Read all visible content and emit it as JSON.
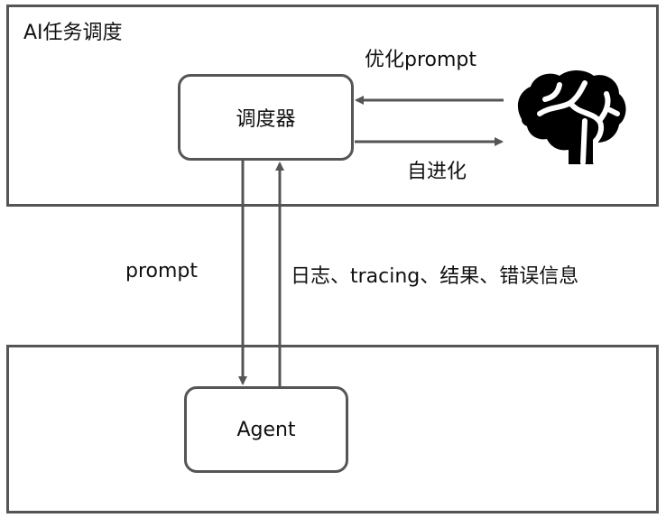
{
  "diagram": {
    "title": "AI任务调度",
    "nodes": {
      "scheduler": "调度器",
      "agent": "Agent"
    },
    "edges": {
      "optimize": "优化prompt",
      "evolve": "自进化",
      "prompt": "prompt",
      "feedback": "日志、tracing、结果、错误信息"
    },
    "icon": "brain-icon",
    "colors": {
      "stroke": "#555555",
      "icon": "#000000"
    }
  }
}
